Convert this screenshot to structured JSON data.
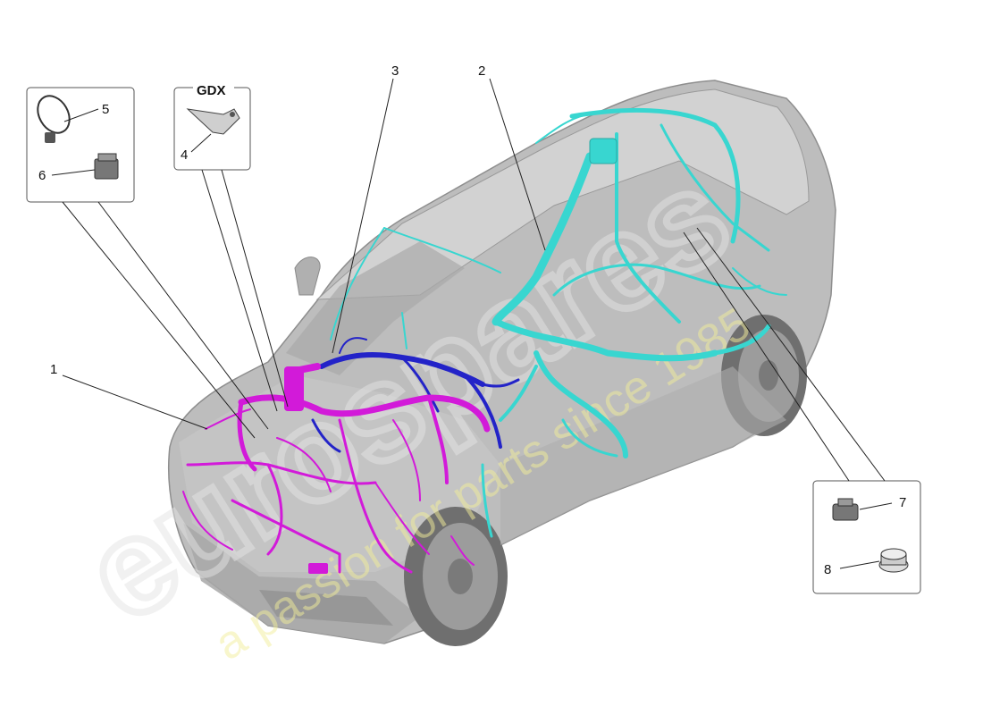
{
  "callouts": {
    "n1": "1",
    "n2": "2",
    "n3": "3",
    "n4": "4",
    "n5": "5",
    "n6": "6",
    "n7": "7",
    "n8": "8",
    "gdx": "GDX"
  },
  "watermark": {
    "brand": "eurospares",
    "tagline": "a passion for parts since 1985"
  },
  "colors": {
    "harness_front": "#d21ad9",
    "harness_dash": "#2323c8",
    "harness_body": "#38d6d0",
    "car_body": "#b9b9b9"
  },
  "icons": {
    "part5": "ring-clamp-icon",
    "part6": "connector-block-icon",
    "part4": "bracket-icon",
    "part7": "connector-plug-icon",
    "part8": "grommet-icon"
  }
}
